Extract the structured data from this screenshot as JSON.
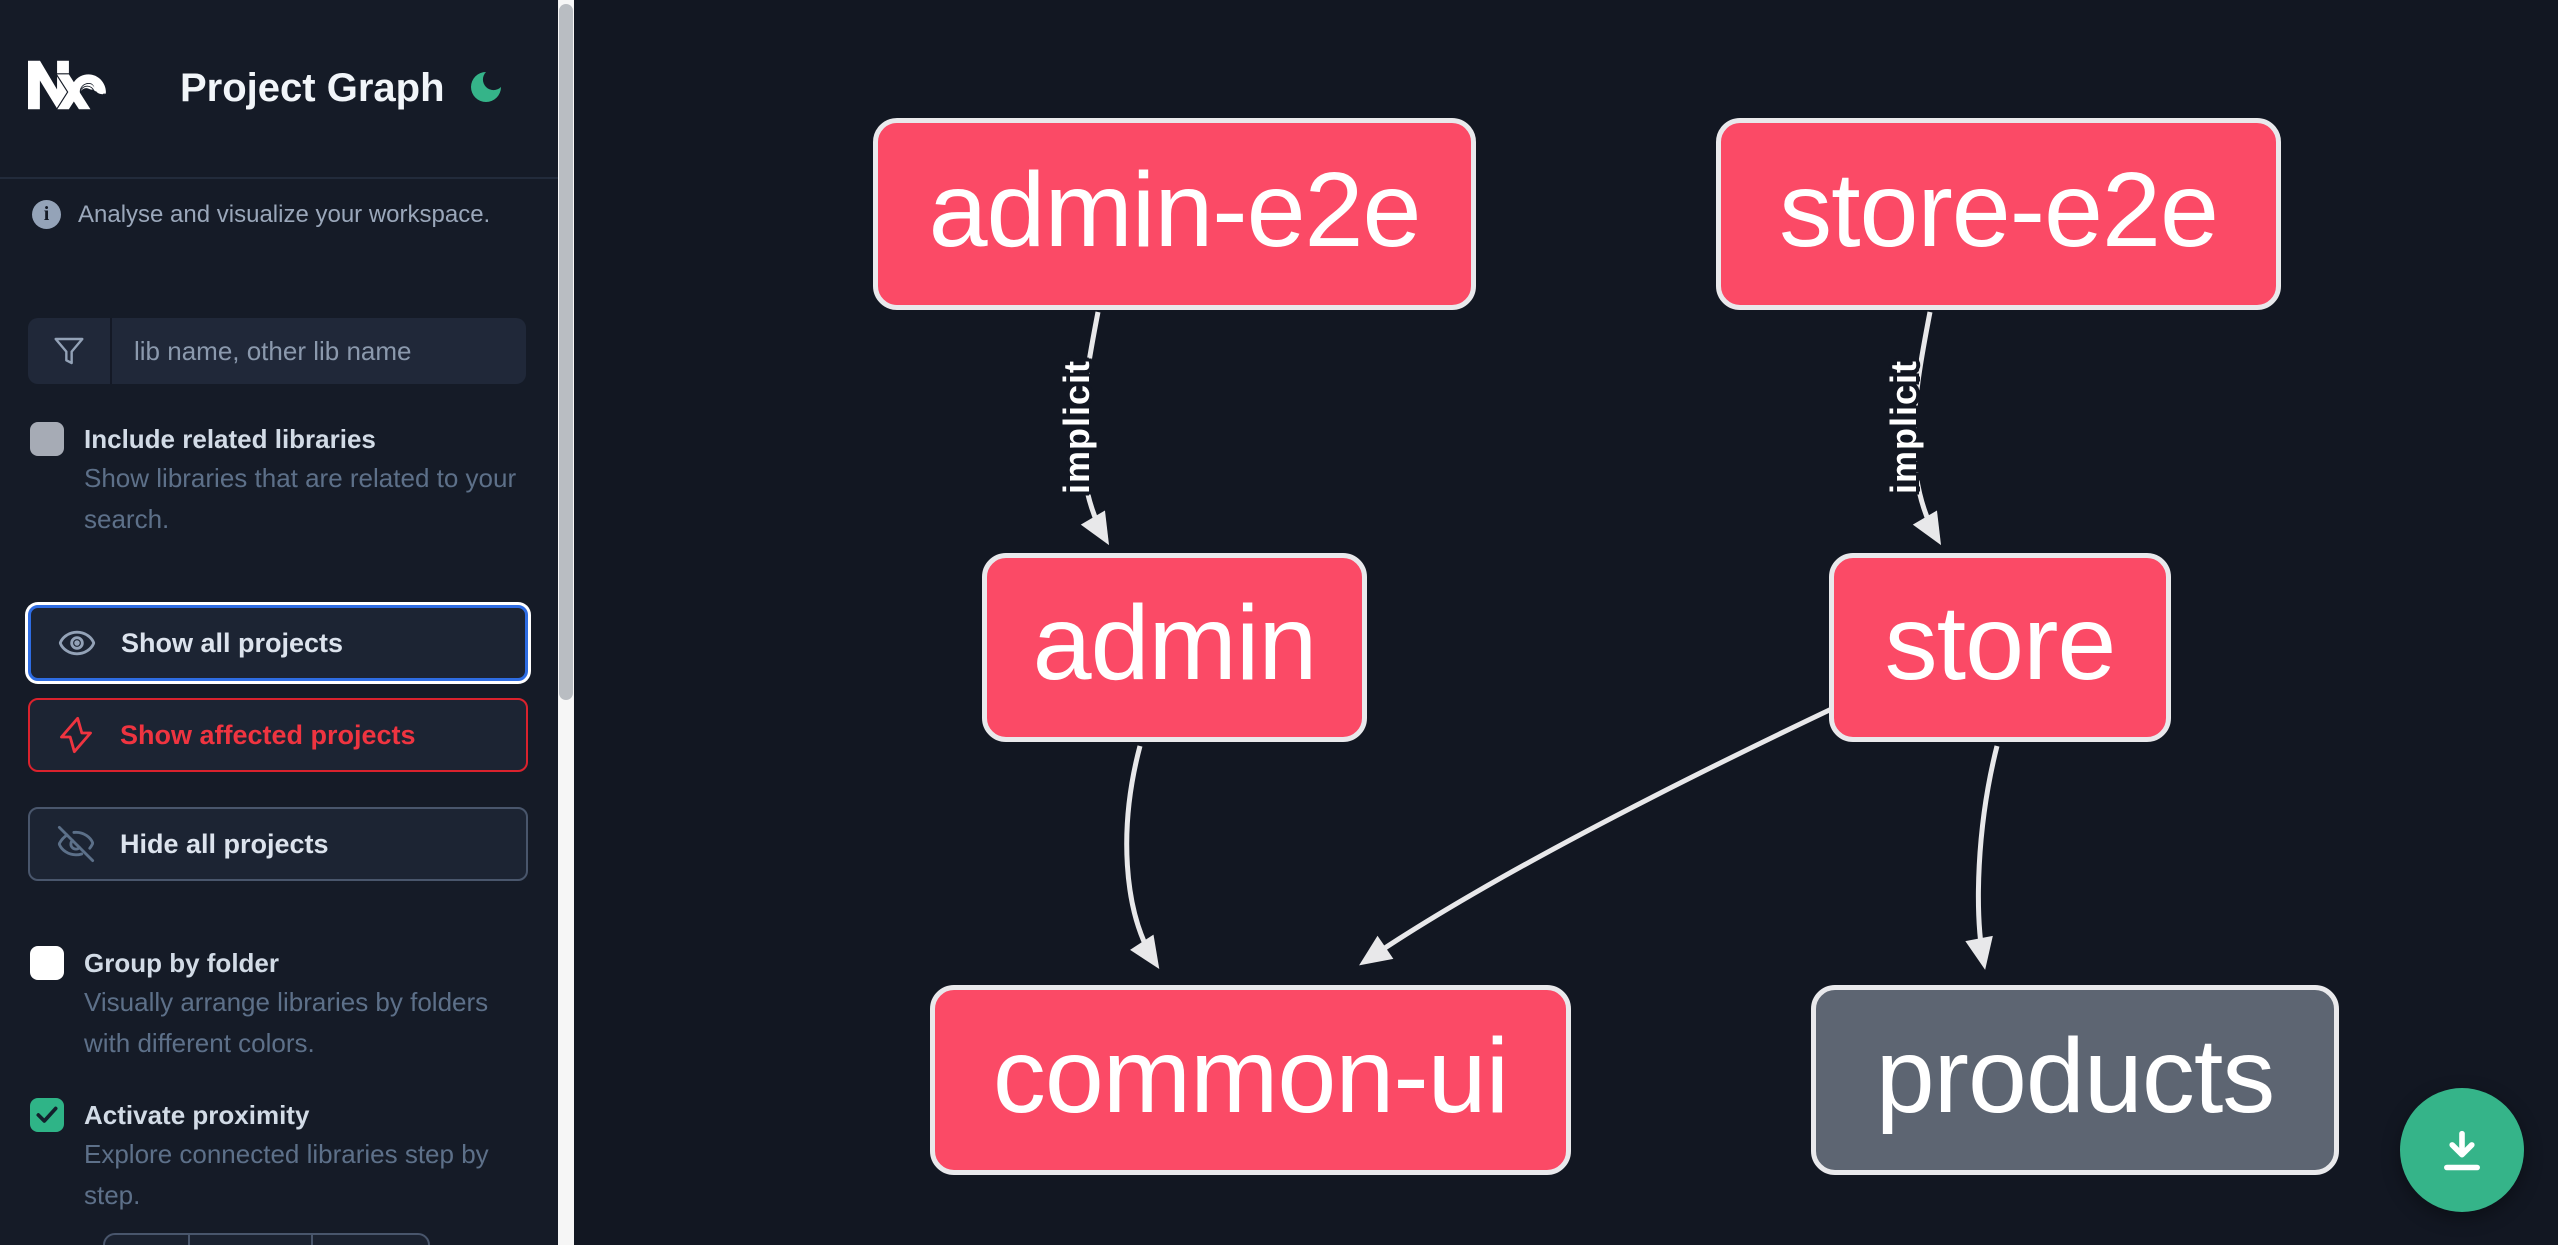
{
  "app": {
    "title": "Project Graph"
  },
  "sidebar": {
    "tagline": "Analyse and visualize your workspace.",
    "search": {
      "placeholder": "lib name, other lib name"
    },
    "options": [
      {
        "label": "Include related libraries",
        "description": "Show libraries that are related to your search.",
        "checked": false
      },
      {
        "label": "Group by folder",
        "description": "Visually arrange libraries by folders with different colors.",
        "checked": false
      },
      {
        "label": "Activate proximity",
        "description": "Explore connected libraries step by step.",
        "checked": true
      }
    ],
    "buttons": [
      {
        "label": "Show all projects",
        "icon": "eye-icon"
      },
      {
        "label": "Show affected projects",
        "icon": "lightning-icon"
      },
      {
        "label": "Hide all projects",
        "icon": "eye-off-icon"
      }
    ]
  },
  "graph": {
    "nodes": [
      {
        "id": "admin-e2e",
        "label": "admin-e2e",
        "variant": "pink"
      },
      {
        "id": "store-e2e",
        "label": "store-e2e",
        "variant": "pink"
      },
      {
        "id": "admin",
        "label": "admin",
        "variant": "pink"
      },
      {
        "id": "store",
        "label": "store",
        "variant": "pink"
      },
      {
        "id": "common-ui",
        "label": "common-ui",
        "variant": "pink"
      },
      {
        "id": "products",
        "label": "products",
        "variant": "gray"
      }
    ],
    "edges": [
      {
        "from": "admin-e2e",
        "to": "admin",
        "label": "implicit"
      },
      {
        "from": "store-e2e",
        "to": "store",
        "label": "implicit"
      },
      {
        "from": "admin",
        "to": "common-ui",
        "label": ""
      },
      {
        "from": "store",
        "to": "common-ui",
        "label": ""
      },
      {
        "from": "store",
        "to": "products",
        "label": ""
      }
    ]
  },
  "colors": {
    "canvas_bg": "#121722",
    "sidebar_bg": "#151b27",
    "node_pink": "#fb4a66",
    "node_gray": "#5d6572",
    "node_border": "#e9e9ec",
    "edge": "#e8e8ea",
    "accent_green": "#35b489",
    "focus_blue": "#2e6ce2",
    "affected_red": "#ef3440"
  }
}
